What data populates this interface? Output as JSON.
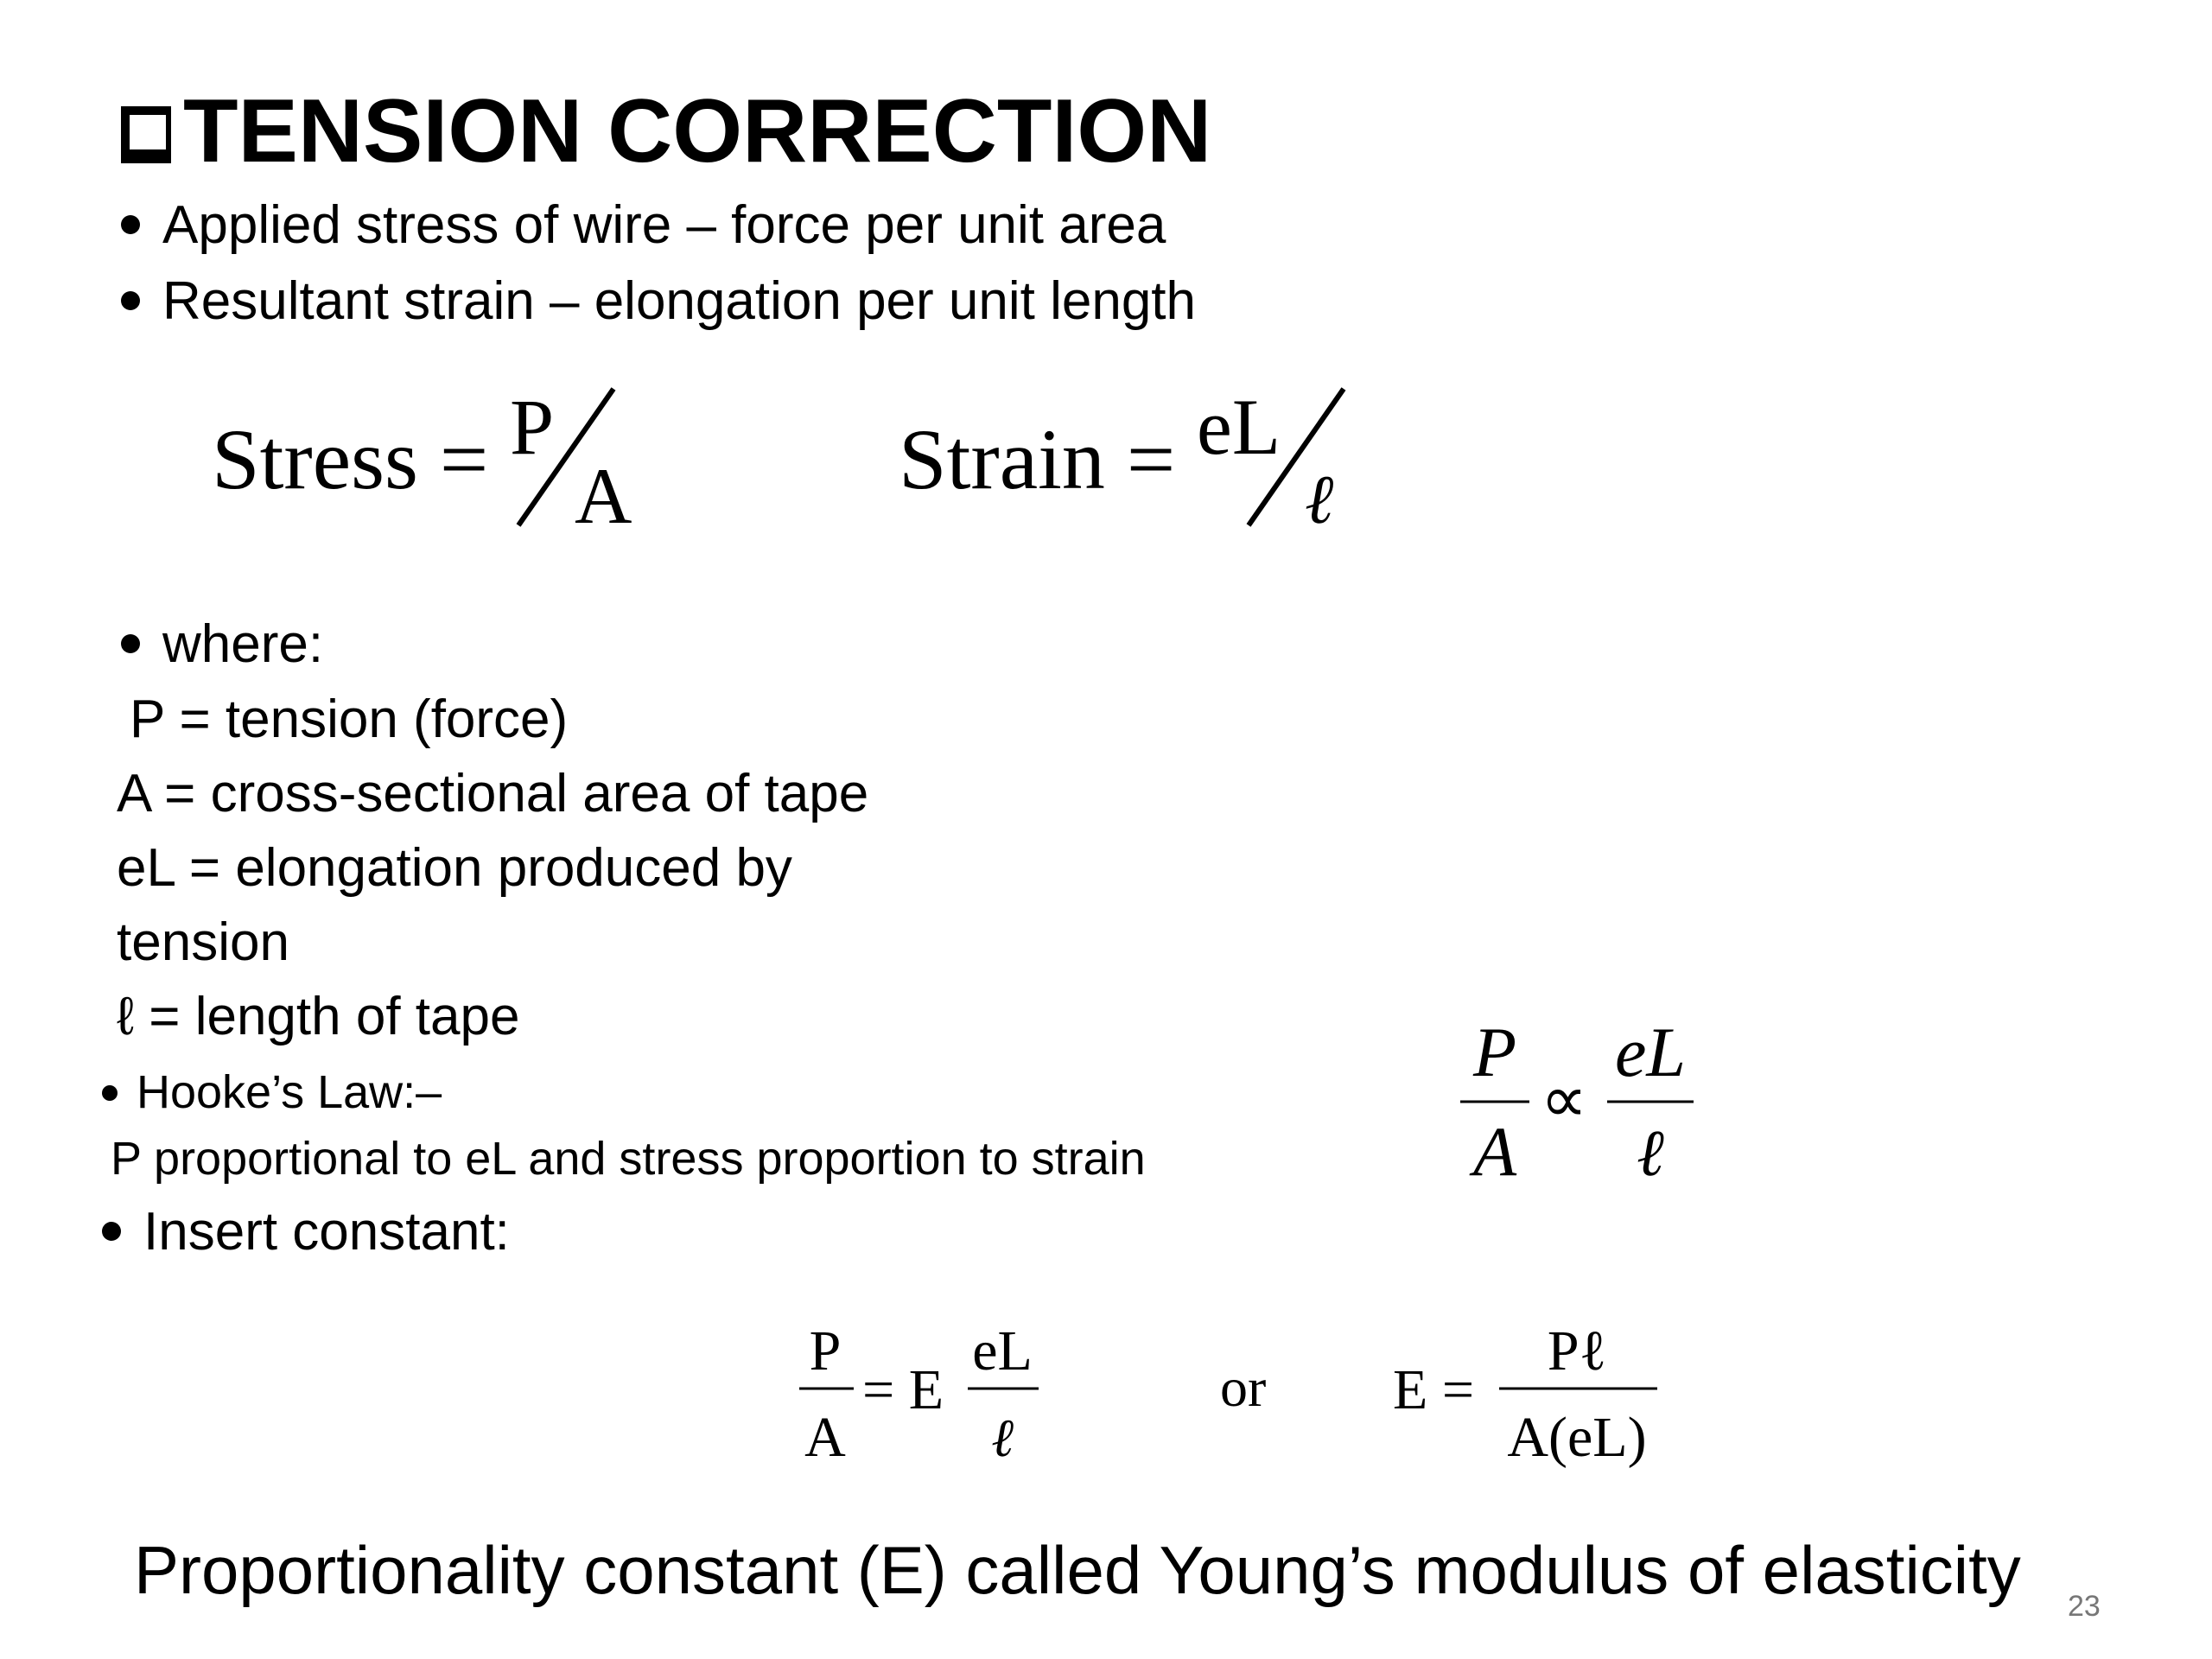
{
  "slide": {
    "title": "TENSION CORRECTION",
    "bullets": [
      "Applied stress of wire – force per unit area",
      "Resultant strain – elongation per unit length"
    ],
    "stress_formula": {
      "lhs": "Stress =",
      "num": "P",
      "den": "A"
    },
    "strain_formula": {
      "lhs": "Strain =",
      "num": "eL",
      "den": "ℓ"
    },
    "where_label": "where:",
    "definitions": [
      "P = tension (force)",
      "A = cross-sectional area of tape",
      "eL = elongation produced by",
      "tension",
      "ℓ = length of tape"
    ],
    "hooke_label": "Hooke’s Law:–",
    "hooke_text": "P proportional to eL and stress proportion to strain",
    "proportional_formula": {
      "num1": "P",
      "den1": "A",
      "symbol": "∝",
      "num2": "eL",
      "den2": "ℓ"
    },
    "insert_label": "Insert constant:",
    "equation1": {
      "num1": "P",
      "den1": "A",
      "mid": "= E",
      "num2": "eL",
      "den2": "ℓ"
    },
    "or_text": "or",
    "equation2": {
      "lhs": "E =",
      "num": "Pℓ",
      "den": "A(eL)"
    },
    "footer": "Proportionality constant (E) called Young’s modulus of elasticity",
    "page_number": "23"
  }
}
